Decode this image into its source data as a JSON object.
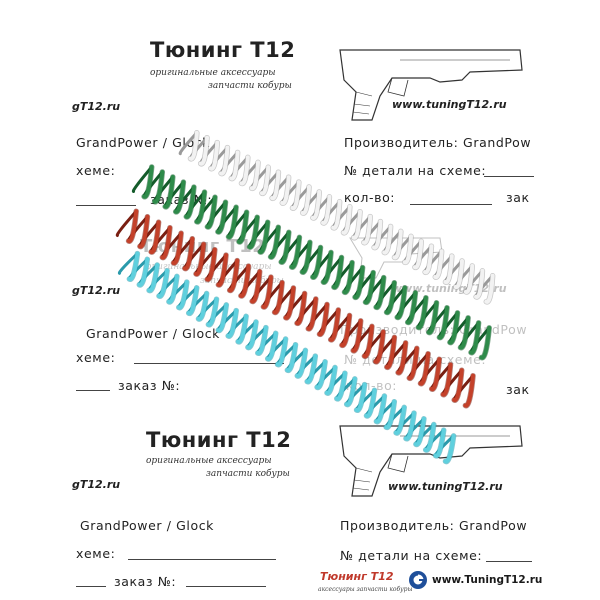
{
  "cards": {
    "top": {
      "brand": "Тюнинг Т12",
      "tagline1": "оригинальные аксессуары",
      "tagline2": "запчасти кобуры",
      "site_left": "gT12.ru",
      "site_right": "www.tuningT12.ru",
      "field_left_model": "GrandPower / Glock",
      "field_left_scheme": "хеме:",
      "field_left_order": "заказ №:",
      "field_right_maker": "Производитель: GrandPow",
      "field_right_part": "№ детали на схеме:",
      "field_right_qty": "кол-во:",
      "field_right_order": "зак"
    },
    "middle": {
      "brand": "Тюнинг Т12",
      "tagline1": "оригинальные аксессуары",
      "tagline2": "запчасти кобуры",
      "site_left": "gT12.ru",
      "site_right": "www.tuningT12.ru",
      "field_left_model": "GrandPower / Glock",
      "field_left_scheme": "хеме:",
      "field_left_order": "заказ №:",
      "field_right_maker": "Производитель: GrandPow",
      "field_right_part": "№ детали на схеме:",
      "field_right_qty": "кол-во:",
      "field_right_order": "зак"
    },
    "bottom": {
      "brand": "Тюнинг Т12",
      "tagline1": "оригинальные аксессуары",
      "tagline2": "запчасти кобуры",
      "site_left": "gT12.ru",
      "site_right": "www.tuningT12.ru",
      "field_left_model": "GrandPower / Glock",
      "field_left_scheme": "хеме:",
      "field_left_order": "заказ №:",
      "field_right_maker": "Производитель: GrandPow",
      "field_right_part": "№ детали на схеме:"
    }
  },
  "footer": {
    "logo": "Тюнинг Т12",
    "logo_sub": "аксессуары запчасти кобуры",
    "site": "www.TuningT12.ru"
  },
  "springs": [
    {
      "name": "white-spring",
      "color": "#f2f2f2",
      "shade": "#9a9a9a"
    },
    {
      "name": "green-spring",
      "color": "#2e8b4a",
      "shade": "#145c2b"
    },
    {
      "name": "red-spring",
      "color": "#c4412a",
      "shade": "#7a1f12"
    },
    {
      "name": "cyan-spring",
      "color": "#5fd0de",
      "shade": "#2a9aab"
    }
  ]
}
